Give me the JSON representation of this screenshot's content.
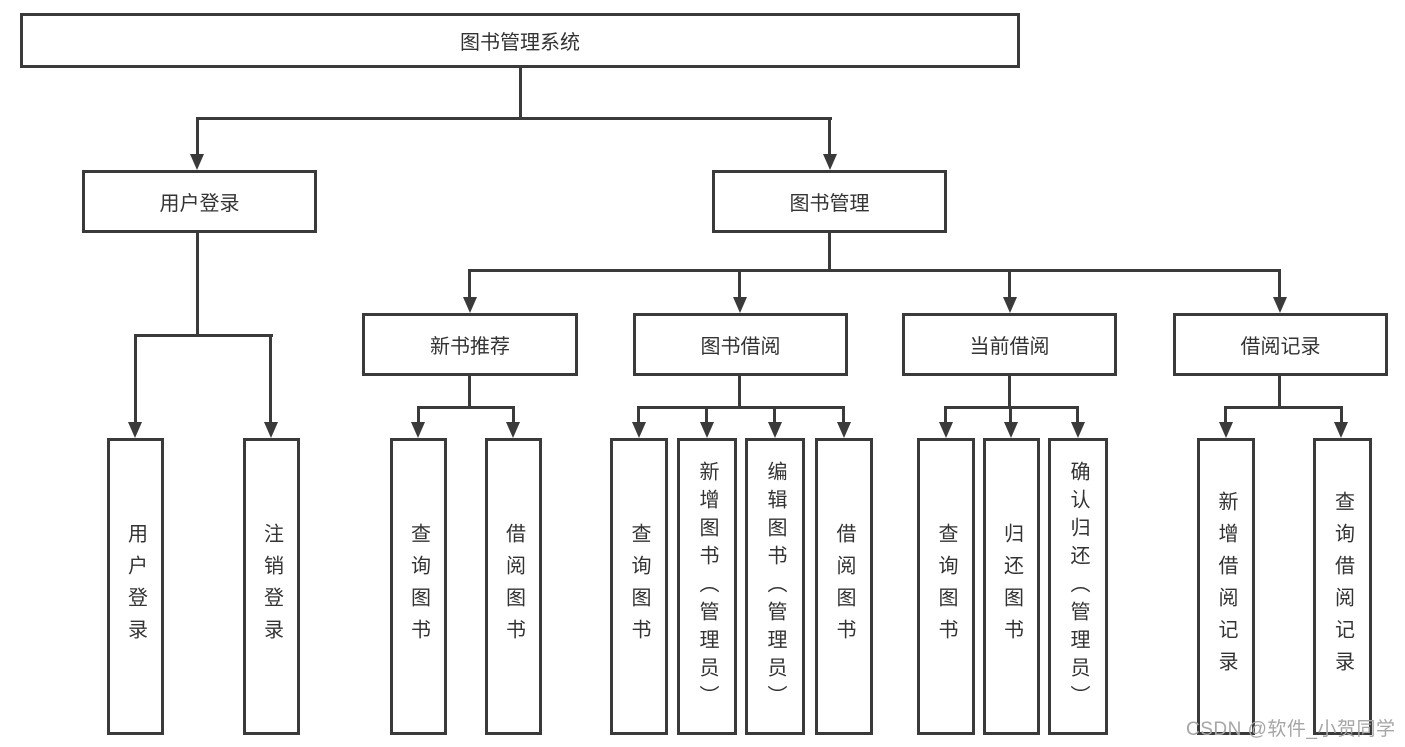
{
  "diagram_title": "图书管理系统",
  "nodes": {
    "root": {
      "label": "图书管理系统"
    },
    "level2": [
      {
        "label": "用户登录"
      },
      {
        "label": "图书管理"
      }
    ],
    "level3": [
      {
        "label": "新书推荐"
      },
      {
        "label": "图书借阅"
      },
      {
        "label": "当前借阅"
      },
      {
        "label": "借阅记录"
      }
    ],
    "leaves": {
      "user_login": [
        "用户登录",
        "注销登录"
      ],
      "new_books": [
        "查询图书",
        "借阅图书"
      ],
      "book_borrow": [
        "查询图书",
        "新增图书（管理员）",
        "编辑图书（管理员）",
        "借阅图书"
      ],
      "current_borrow": [
        "查询图书",
        "归还图书",
        "确认归还（管理员）"
      ],
      "borrow_records": [
        "新增借阅记录",
        "查询借阅记录"
      ]
    }
  },
  "watermark": "CSDN @软件_小贺同学",
  "colors": {
    "line": "#3a3a3a",
    "text": "#333333",
    "background": "#ffffff",
    "watermark": "#a6a6a6"
  }
}
